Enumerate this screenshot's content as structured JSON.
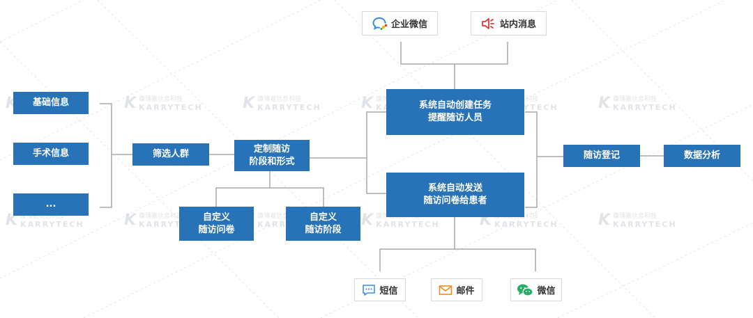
{
  "watermark": {
    "cn": "康博嘉信息科技",
    "en": "KARRYTECH"
  },
  "inputs": {
    "basic_info": "基础信息",
    "surgery_info": "手术信息",
    "more": "..."
  },
  "filter_group": "筛选人群",
  "define_stages": {
    "line1": "定制随访",
    "line2": "阶段和形式"
  },
  "custom_questionnaire": {
    "line1": "自定义",
    "line2": "随访问卷"
  },
  "custom_stage": {
    "line1": "自定义",
    "line2": "随访阶段"
  },
  "auto_task": {
    "line1": "系统自动创建任务",
    "line2": "提醒随访人员"
  },
  "auto_send": {
    "line1": "系统自动发送",
    "line2": "随访问卷给患者"
  },
  "register": "随访登记",
  "analysis": "数据分析",
  "channels_top": {
    "wecom": "企业微信",
    "site_message": "站内消息"
  },
  "channels_bottom": {
    "sms": "短信",
    "email": "邮件",
    "wechat": "微信"
  },
  "colors": {
    "box": "#2873b8",
    "line": "#a9a9a9",
    "wecom": "#2f8de4",
    "message": "#e0372f",
    "sms": "#3d8fe0",
    "email": "#f08a24",
    "wechat": "#2aae67"
  }
}
